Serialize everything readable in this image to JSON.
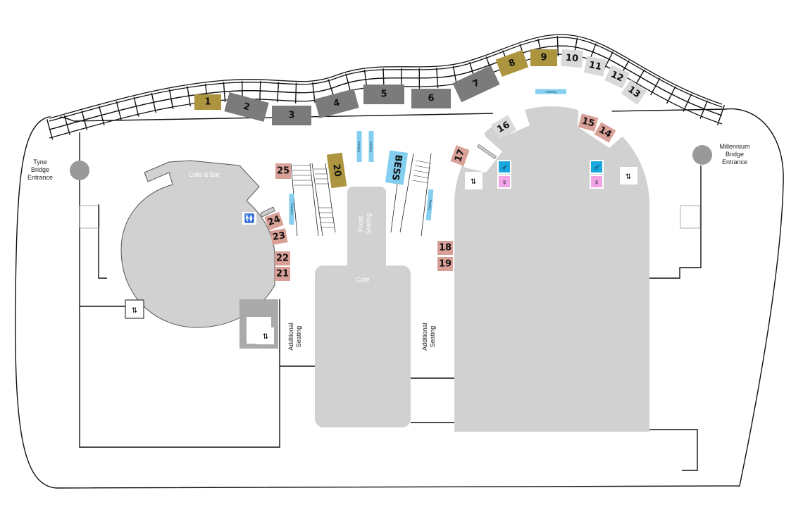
{
  "colors": {
    "sponsor_gold": "#ad9540",
    "exhibitor_dark": "#7b7b7b",
    "exhibitor_light": "#d9d9d9",
    "exhibitor_pink": "#d9a097",
    "catering_blue": "#84cff0",
    "floor": "#d1d1d1",
    "male_wc": "#1aa6df",
    "female_wc": "#f2a5e6"
  },
  "labels": {
    "tyne_entrance": [
      "Tyne",
      "Bridge",
      "Entrance"
    ],
    "millennium_entrance": [
      "Millennium",
      "Bridge",
      "Entrance"
    ],
    "cafe_bar": "Cafe & Bar",
    "cafe": "Cafe",
    "fixed_seating": [
      "Fixed",
      "Seating"
    ],
    "additional_seating": [
      "Additional",
      "Seating"
    ],
    "catering": "Catering"
  },
  "booths": [
    {
      "id": "1",
      "type": "gold"
    },
    {
      "id": "2",
      "type": "dark"
    },
    {
      "id": "3",
      "type": "dark"
    },
    {
      "id": "4",
      "type": "dark"
    },
    {
      "id": "5",
      "type": "dark"
    },
    {
      "id": "6",
      "type": "dark"
    },
    {
      "id": "7",
      "type": "dark"
    },
    {
      "id": "8",
      "type": "gold"
    },
    {
      "id": "9",
      "type": "gold"
    },
    {
      "id": "10",
      "type": "light"
    },
    {
      "id": "11",
      "type": "light"
    },
    {
      "id": "12",
      "type": "light"
    },
    {
      "id": "13",
      "type": "light"
    },
    {
      "id": "14",
      "type": "pink"
    },
    {
      "id": "15",
      "type": "pink"
    },
    {
      "id": "16",
      "type": "light"
    },
    {
      "id": "17",
      "type": "pink"
    },
    {
      "id": "18",
      "type": "pink"
    },
    {
      "id": "19",
      "type": "pink"
    },
    {
      "id": "20",
      "type": "gold"
    },
    {
      "id": "21",
      "type": "pink"
    },
    {
      "id": "22",
      "type": "pink"
    },
    {
      "id": "23",
      "type": "pink"
    },
    {
      "id": "24",
      "type": "pink"
    },
    {
      "id": "25",
      "type": "pink"
    },
    {
      "id": "BESS",
      "type": "blue"
    }
  ]
}
